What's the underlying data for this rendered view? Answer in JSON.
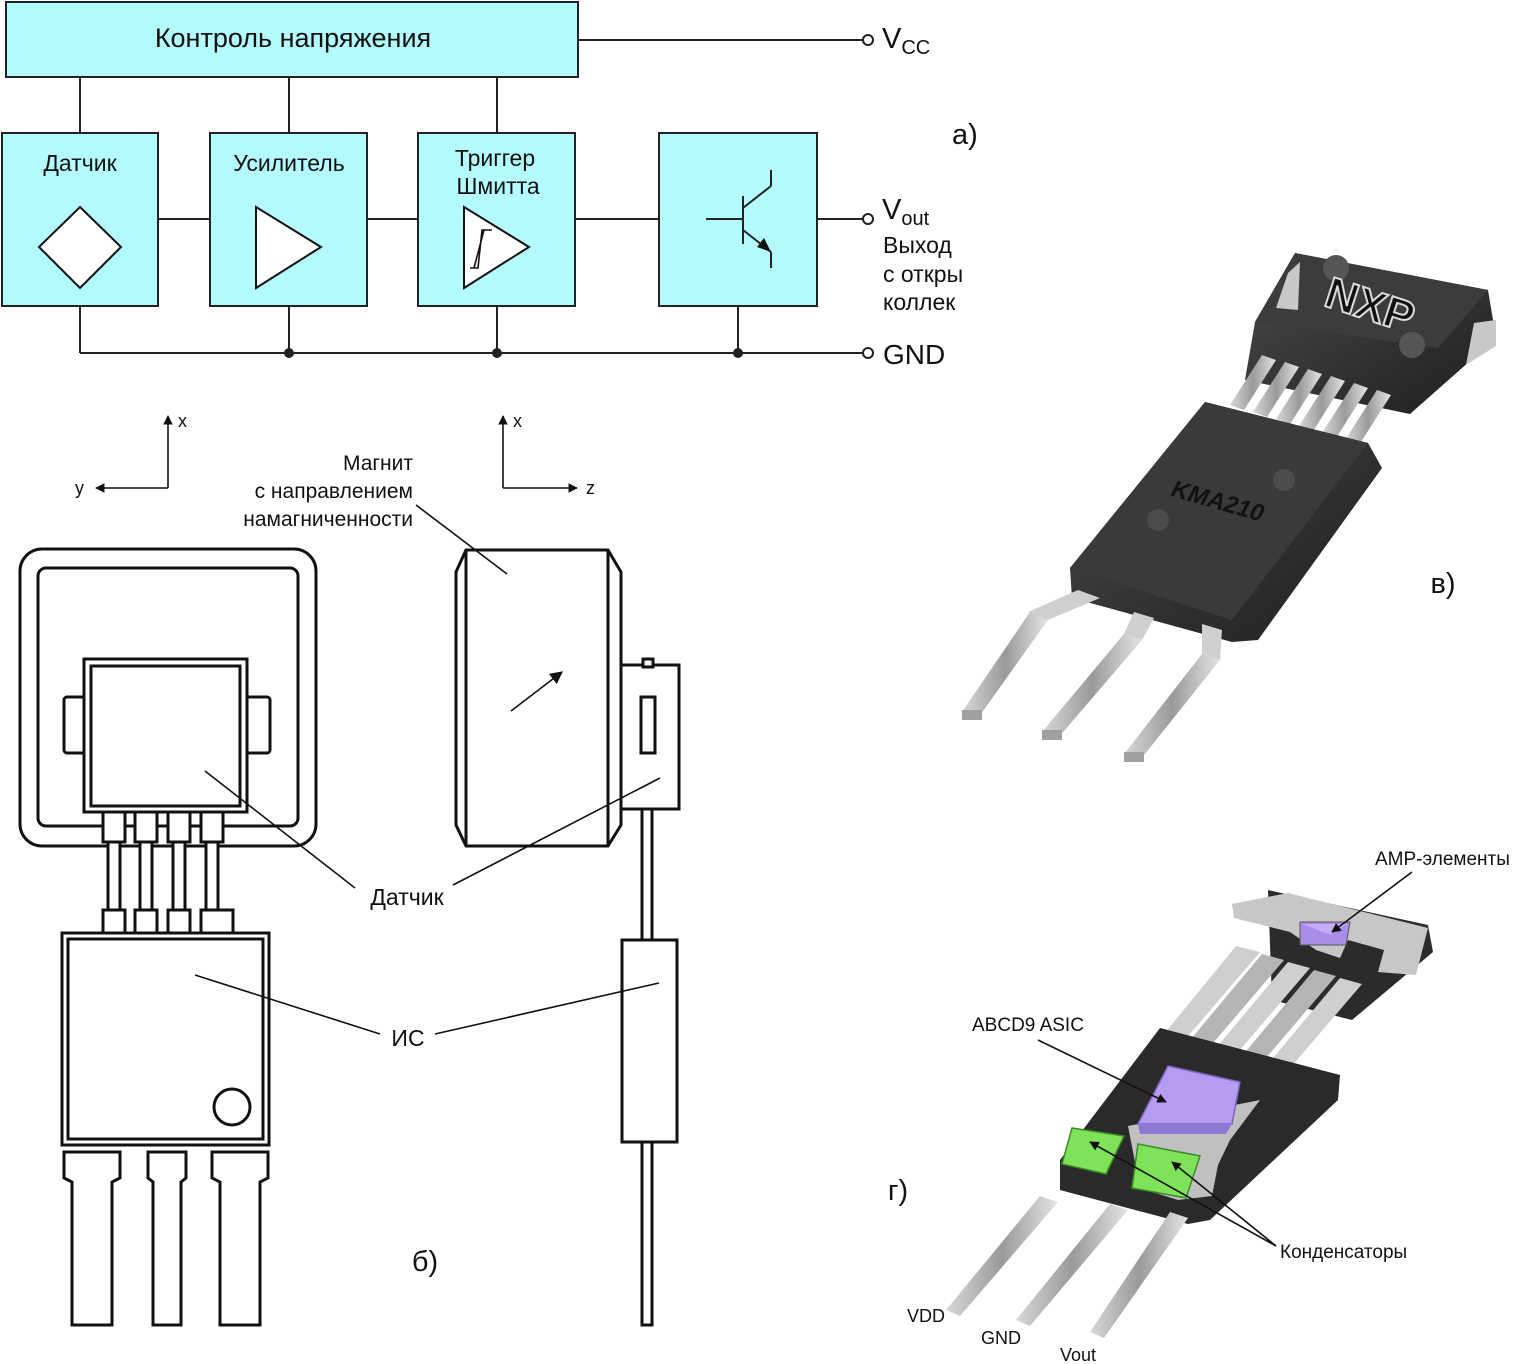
{
  "section_a": {
    "label": "а)",
    "control_block": "Контроль напряжения",
    "blocks": {
      "sensor": "Датчик",
      "amplifier": "Усилитель",
      "trigger_line1": "Триггер",
      "trigger_line2": "Шмитта"
    },
    "terminals": {
      "vcc_main": "V",
      "vcc_sub": "CC",
      "vout_main": "V",
      "vout_sub": "out",
      "vout_desc_line1": "Выход",
      "vout_desc_line2": "с откры",
      "vout_desc_line3": "коллек",
      "gnd": "GND"
    }
  },
  "section_b": {
    "label": "б)",
    "axes_left": {
      "x": "x",
      "y": "y"
    },
    "axes_right": {
      "x": "x",
      "z": "z"
    },
    "magnet_line1": "Магнит",
    "magnet_line2": "с направлением",
    "magnet_line3": "намагниченности",
    "sensor_label": "Датчик",
    "ic_label": "ИС"
  },
  "section_v": {
    "label": "в)",
    "brand": "NXP",
    "part": "KMA210"
  },
  "section_g": {
    "label": "г)",
    "amr": "AMP-элементы",
    "asic": "ABCD9 ASIC",
    "capacitors": "Конденсаторы",
    "pins": {
      "vdd": "VDD",
      "gnd": "GND",
      "vout": "Vout"
    }
  },
  "colors": {
    "block_fill": "#b3fbfd",
    "package_body": "#2e2e2e",
    "asic": "#b59cf0",
    "amr": "#a98be8",
    "capacitor": "#7fe35a"
  }
}
